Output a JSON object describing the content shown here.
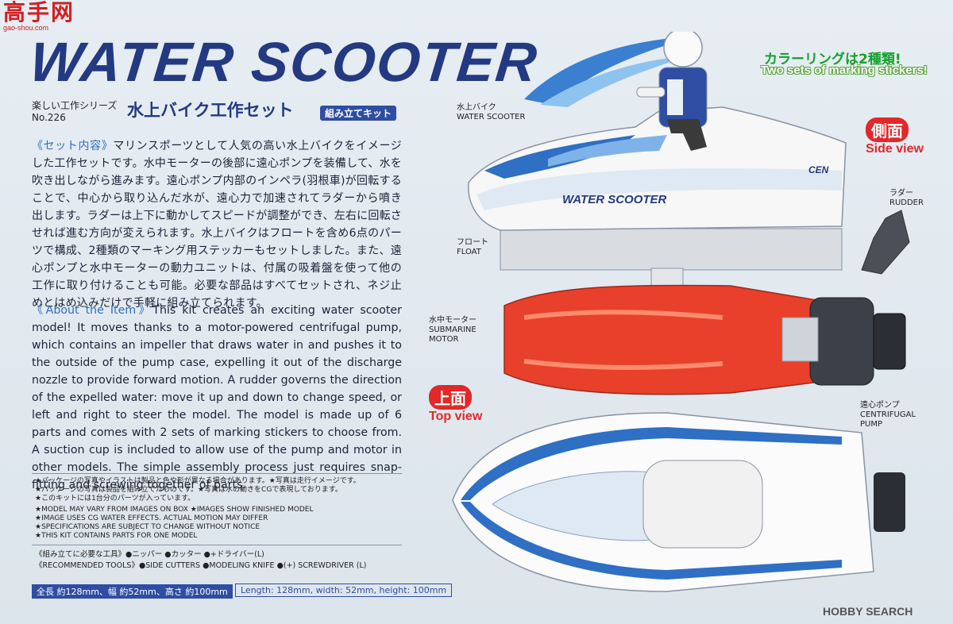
{
  "logo": {
    "big": "高手网",
    "small": "gao-shou.com"
  },
  "header": {
    "title": "WATER SCOOTER",
    "series": "楽しい工作シリーズ",
    "number": "No.226",
    "jp_title": "水上バイク工作セット",
    "kit_badge": "組み立てキット"
  },
  "promo": {
    "jp": "カラーリングは2種類!",
    "en": "Two sets of marking stickers!"
  },
  "description": {
    "jp_heading": "《セット内容》",
    "jp_text": "マリンスポーツとして人気の高い水上バイクをイメージした工作セットです。水中モーターの後部に遠心ポンプを装備して、水を吹き出しながら進みます。遠心ポンプ内部のインペラ(羽根車)が回転することで、中心から取り込んだ水が、遠心力で加速されてラダーから噴き出します。ラダーは上下に動かしてスピードが調整ができ、左右に回転させれば進む方向が変えられます。水上バイクはフロートを含め6点のパーツで構成、2種類のマーキング用ステッカーもセットしました。また、遠心ポンプと水中モーターの動力ユニットは、付属の吸着盤を使って他の工作に取り付けることも可能。必要な部品はすべてセットされ、ネジ止めとはめ込みだけで手軽に組み立てられます。",
    "en_heading": "《About the Item》",
    "en_text": "This kit creates an exciting water scooter model! It moves thanks to a motor-powered centrifugal pump, which contains an impeller that draws water in and pushes it to the outside of the pump case, expelling it out of the discharge nozzle to provide forward motion. A rudder governs the direction of the expelled water: move it up and down to change speed, or left and right to steer the model. The model is made up of 6 parts and comes with 2 sets of marking stickers to choose from. A suction cup is included to allow use of the pump and motor in other models. The simple assembly process just requires snap-fitting and screwing together of parts."
  },
  "notes": [
    "★パッケージの写真やイラストは製品と色や形が異なる場合があります。★写真は走行イメージです。",
    "★パッケージの写真は製品を組み立てたものです。★写真は水の動きをCGで表現しております。",
    "★このキットには1台分のパーツが入っています。",
    "★MODEL MAY VARY FROM IMAGES ON BOX ★IMAGES SHOW FINISHED MODEL",
    "★IMAGE USES CG WATER EFFECTS. ACTUAL MOTION MAY DIFFER",
    "★SPECIFICATIONS ARE SUBJECT TO CHANGE WITHOUT NOTICE",
    "★THIS KIT CONTAINS PARTS FOR ONE MODEL"
  ],
  "tools": {
    "jp": "《組み立てに必要な工具》●ニッパー ●カッター ●+ドライバー(L)",
    "en": "《RECOMMENDED TOOLS》●SIDE CUTTERS ●MODELING KNIFE ●(+) SCREWDRIVER (L)"
  },
  "specs": {
    "jp": "全長 約128mm、幅 約52mm、高さ 約100mm",
    "en": "Length: 128mm, width: 52mm, height: 100mm"
  },
  "parts": {
    "scooter_jp": "水上バイク",
    "scooter_en": "WATER SCOOTER",
    "float_jp": "フロート",
    "float_en": "FLOAT",
    "rudder_jp": "ラダー",
    "rudder_en": "RUDDER",
    "motor_jp": "水中モーター",
    "motor_en1": "SUBMARINE",
    "motor_en2": "MOTOR",
    "pump_jp": "遠心ポンプ",
    "pump_en1": "CENTRIFUGAL",
    "pump_en2": "PUMP"
  },
  "views": {
    "side_jp": "側面",
    "side_en": "Side view",
    "top_jp": "上面",
    "top_en": "Top view"
  },
  "decals": {
    "hull_text": "WATER SCOOTER",
    "side_text": "CEN"
  },
  "watermark": "HOBBY SEARCH",
  "colors": {
    "title_blue": "#233a82",
    "accent_red": "#e22828",
    "accent_green": "#12a12a",
    "motor_red": "#e8402a",
    "decal_blue": "#2d6fbf"
  }
}
